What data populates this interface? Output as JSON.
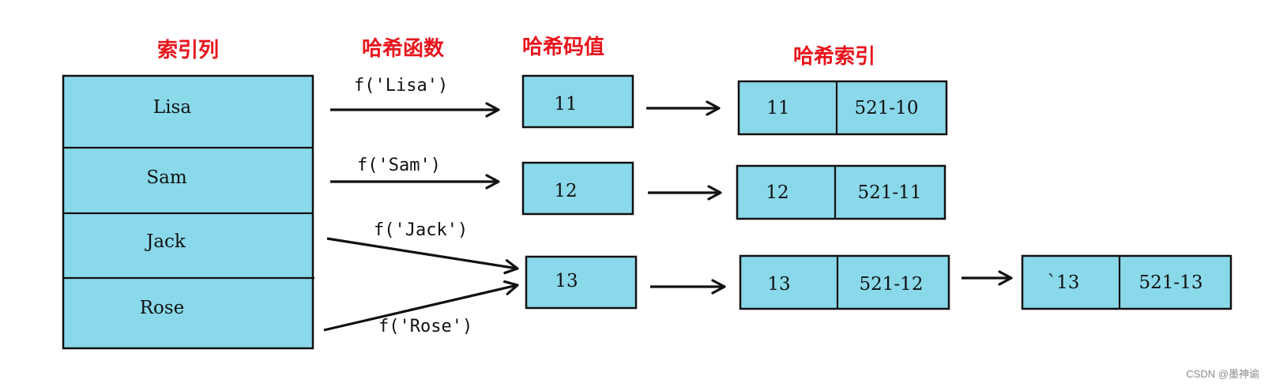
{
  "colors": {
    "box_fill": "#8ad9ea",
    "heading": "#e8141c",
    "stroke": "#111111",
    "watermark": "#8a8a8a"
  },
  "headings": {
    "index_column": "索引列",
    "hash_function": "哈希函数",
    "hash_value": "哈希码值",
    "hash_index": "哈希索引"
  },
  "index_column": {
    "rows": [
      "Lisa",
      "Sam",
      "Jack",
      "Rose"
    ]
  },
  "hash_functions": [
    "f('Lisa')",
    "f('Sam')",
    "f('Jack')",
    "f('Rose')"
  ],
  "hash_values": [
    "11",
    "12",
    "13"
  ],
  "hash_index": [
    {
      "key": "11",
      "value": "521-10"
    },
    {
      "key": "12",
      "value": "521-11"
    },
    {
      "key": "13",
      "value": "521-12"
    },
    {
      "key": "`13",
      "value": "521-13"
    }
  ],
  "watermark": "CSDN @墨神谕"
}
